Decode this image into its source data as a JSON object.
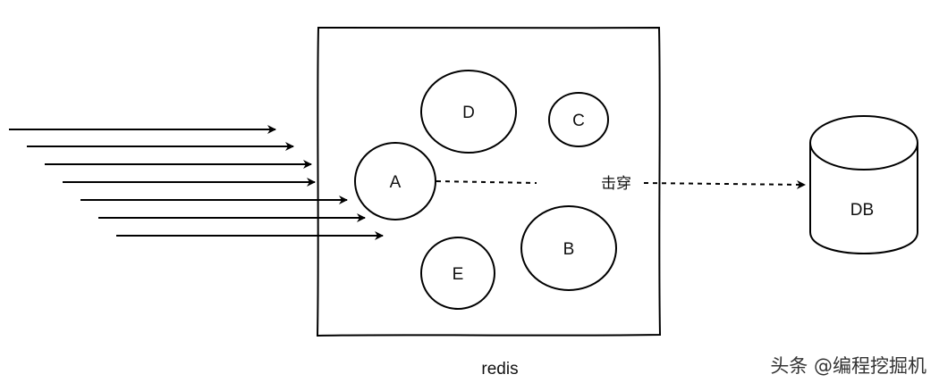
{
  "diagram": {
    "container_label": "redis",
    "nodes": {
      "d": "D",
      "c": "C",
      "a": "A",
      "b": "B",
      "e": "E"
    },
    "db_label": "DB",
    "edge_label": "击穿",
    "request_arrow_count": 7
  },
  "watermark": "头条 @编程挖掘机",
  "colors": {
    "stroke": "#000000",
    "background": "#ffffff"
  }
}
